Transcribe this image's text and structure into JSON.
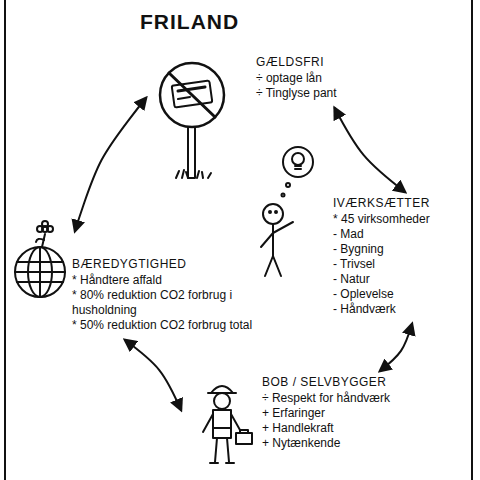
{
  "diagram": {
    "title": "FRILAND",
    "nodes": [
      {
        "text": [
          "GÆLDSFRI",
          "÷ optage lån",
          "÷ Tinglyse pant"
        ]
      },
      {
        "text": [
          "IVÆRKSÆTTER",
          "* 45 virksomheder",
          "- Mad",
          "- Bygning",
          "- Trivsel",
          "- Natur",
          "- Oplevelse",
          "- Håndværk"
        ]
      },
      {
        "text": [
          "BÆREDYGTIGHED",
          "* Håndtere affald",
          "* 80% reduktion CO2 forbrug i husholdning",
          "* 50% reduktion CO2 forbrug total"
        ]
      },
      {
        "text": [
          "BOB / SELVBYGGER",
          "÷ Respekt for håndværk",
          "+ Erfaringer",
          "+ Handlekraft",
          "+ Nytænkende"
        ]
      }
    ],
    "edges": [
      {
        "from": 0,
        "to": 1,
        "arrow": "both"
      },
      {
        "from": 1,
        "to": 3,
        "arrow": "both"
      },
      {
        "from": 3,
        "to": 2,
        "arrow": "both"
      },
      {
        "from": 2,
        "to": 0,
        "arrow": "both"
      }
    ]
  }
}
